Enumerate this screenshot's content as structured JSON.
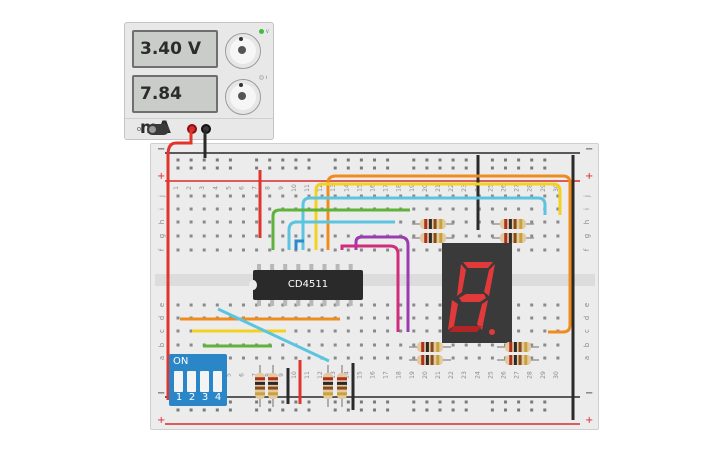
{
  "power_supply": {
    "voltage_display": "3.40 V",
    "current_display": "7.84 mA",
    "cv_led_label": "V",
    "cc_led_label": "I",
    "on_label": "ON",
    "voltage_indicator_color": "#3bbf3b",
    "current_indicator_color": "#d9d9d9"
  },
  "breadboard": {
    "top_rail_labels": [
      "−",
      "+"
    ],
    "bottom_rail_labels": [
      "+",
      "−"
    ],
    "row_letters": [
      "j",
      "i",
      "h",
      "g",
      "f",
      "e",
      "d",
      "c",
      "b",
      "a"
    ],
    "column_numbers": [
      "1",
      "2",
      "3",
      "4",
      "5",
      "6",
      "7",
      "8",
      "9",
      "10",
      "11",
      "12",
      "13",
      "14",
      "15",
      "16",
      "17",
      "18",
      "19",
      "20",
      "21",
      "22",
      "23",
      "24",
      "25",
      "26",
      "27",
      "28",
      "29",
      "30"
    ]
  },
  "ic": {
    "label": "CD4511"
  },
  "dip_switch": {
    "on_label": "ON",
    "switch_labels": [
      "1",
      "2",
      "3",
      "4"
    ]
  },
  "colors": {
    "red_wire": "#e0342c",
    "black_wire": "#2a2a2a",
    "orange_wire": "#f08c1e",
    "yellow_wire": "#f2d21f",
    "green_wire": "#5fb33a",
    "cyan_wire": "#5bc5e0",
    "blue_wire": "#2a8ad0",
    "purple_wire": "#9b3bb0",
    "magenta_wire": "#cf2d7e",
    "segment_on": "#e23a3a"
  }
}
